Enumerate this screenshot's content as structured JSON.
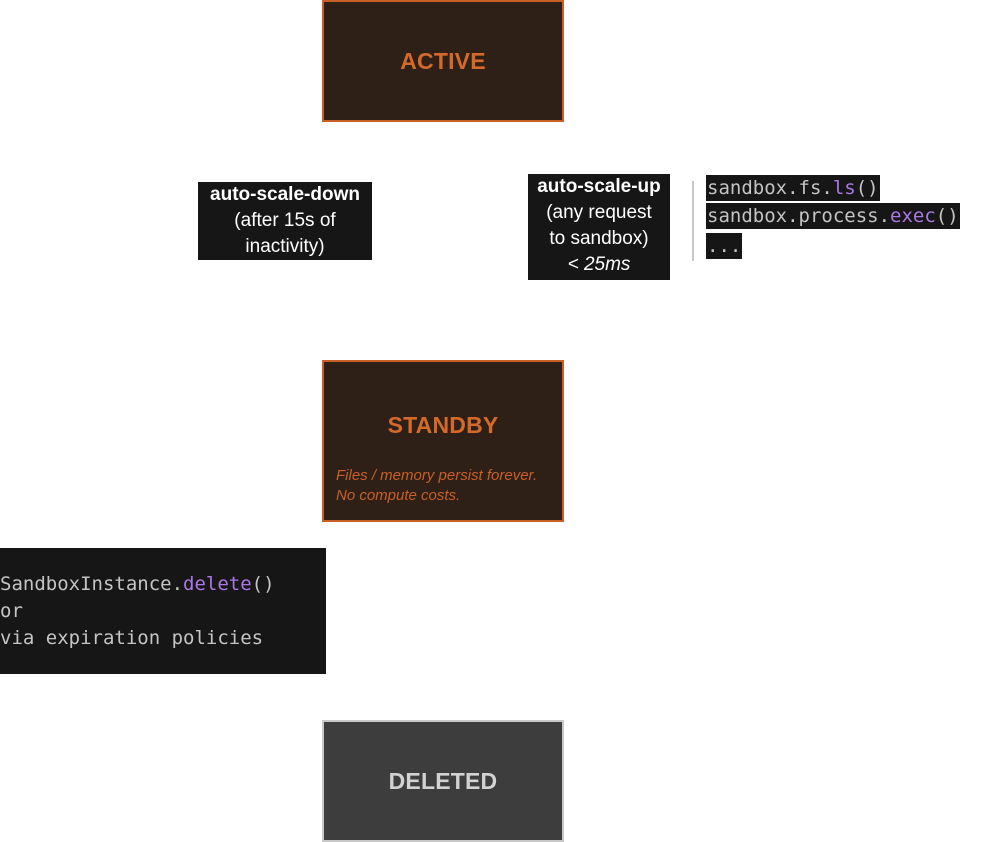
{
  "states": {
    "active": {
      "label": "ACTIVE"
    },
    "standby": {
      "label": "STANDBY",
      "note_line1": "Files / memory persist forever.",
      "note_line2": "No compute costs."
    },
    "deleted": {
      "label": "DELETED"
    }
  },
  "transitions": {
    "scale_down": {
      "title": "auto-scale-down",
      "line1": "(after 15s of",
      "line2": "inactivity)"
    },
    "scale_up": {
      "title": "auto-scale-up",
      "line1": "(any request",
      "line2": "to sandbox)",
      "latency": "< 25ms"
    }
  },
  "wake_calls": [
    {
      "prefix": "sandbox.fs.",
      "method": "ls",
      "suffix": "()"
    },
    {
      "prefix": "sandbox.process.",
      "method": "exec",
      "suffix": "()"
    },
    {
      "prefix": "...",
      "method": "",
      "suffix": ""
    }
  ],
  "delete_code": {
    "line1_prefix": "SandboxInstance.",
    "line1_method": "delete",
    "line1_suffix": "()",
    "line2": "or",
    "line3": "via expiration policies"
  },
  "colors": {
    "state_fill": "#2f2017",
    "state_accent": "#c85f26",
    "deleted_fill": "#3d3d3d",
    "deleted_text": "#d2d2d2",
    "label_bg": "#161616",
    "code_keyword": "#a978e2"
  }
}
